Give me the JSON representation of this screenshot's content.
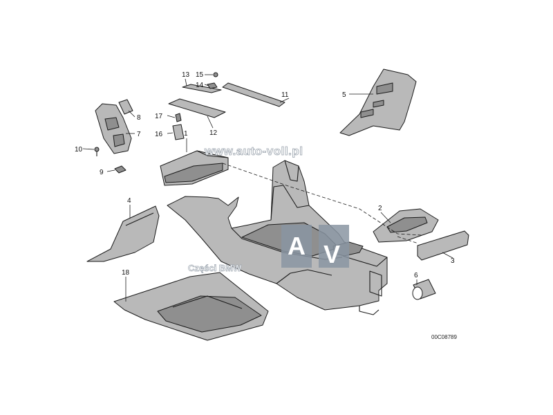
{
  "diagram": {
    "watermark": {
      "url": "www.auto-voll.pl",
      "logo_letters": [
        "A",
        "V"
      ],
      "caption": "Części BMW"
    },
    "drawing_code": "00C08789",
    "callouts": [
      {
        "id": "c1",
        "label": "1"
      },
      {
        "id": "c2",
        "label": "2"
      },
      {
        "id": "c3",
        "label": "3"
      },
      {
        "id": "c4",
        "label": "4"
      },
      {
        "id": "c5",
        "label": "5"
      },
      {
        "id": "c6",
        "label": "6"
      },
      {
        "id": "c7",
        "label": "7"
      },
      {
        "id": "c8",
        "label": "8"
      },
      {
        "id": "c9",
        "label": "9"
      },
      {
        "id": "c10",
        "label": "10"
      },
      {
        "id": "c11",
        "label": "11"
      },
      {
        "id": "c12",
        "label": "12"
      },
      {
        "id": "c13",
        "label": "13"
      },
      {
        "id": "c14",
        "label": "14"
      },
      {
        "id": "c15",
        "label": "15"
      },
      {
        "id": "c16",
        "label": "16"
      },
      {
        "id": "c17",
        "label": "17"
      },
      {
        "id": "c18",
        "label": "18"
      }
    ],
    "colors": {
      "part_fill": "#b9b9b9",
      "part_dark": "#8f8f8f",
      "line": "#1a1a1a",
      "watermark_box": "#8a95a2"
    }
  }
}
